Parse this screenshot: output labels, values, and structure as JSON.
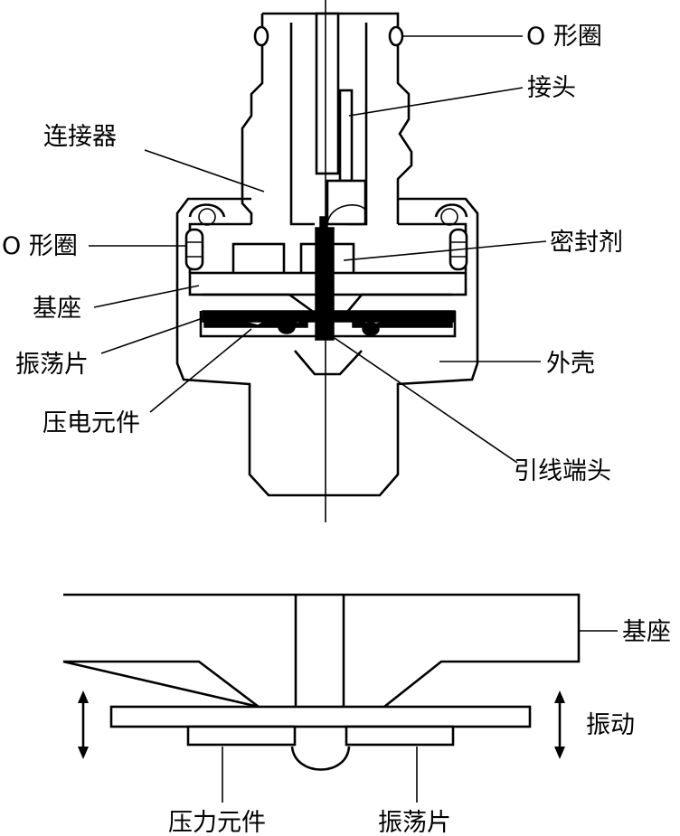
{
  "top_diagram": {
    "labels": {
      "o_ring_top": "O 形圈",
      "connector_tip": "接头",
      "connector": "连接器",
      "o_ring_side": "O 形圈",
      "sealant": "密封剂",
      "base": "基座",
      "vibration_plate": "振荡片",
      "housing": "外壳",
      "piezo_element": "压电元件",
      "lead_terminal": "引线端头"
    }
  },
  "bottom_diagram": {
    "labels": {
      "base": "基座",
      "vibration": "振动",
      "pressure_element": "压力元件",
      "vibration_plate": "振荡片"
    }
  }
}
